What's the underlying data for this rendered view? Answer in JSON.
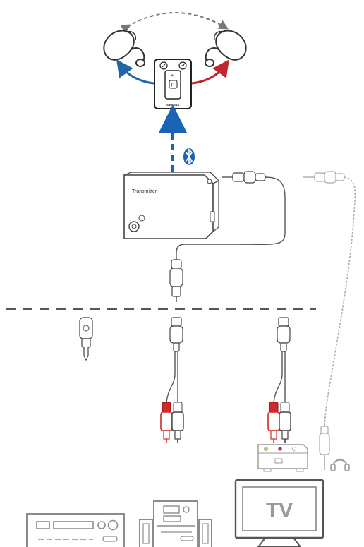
{
  "transmitter": {
    "label": "Transmitter"
  },
  "remote": {
    "brand": "SIEMENS",
    "program_button": "P"
  },
  "tv": {
    "label": "TV"
  },
  "icons": {
    "bluetooth": "bluetooth-icon",
    "headphones": "headphones-icon"
  },
  "colors": {
    "bluetooth_blue": "#1a64b4",
    "left_arrow_blue": "#2464a8",
    "right_arrow_red": "#c0262d",
    "rca_red": "#d02a2a",
    "device_gray": "#8c8c8c",
    "line_gray": "#6e6e6e"
  }
}
